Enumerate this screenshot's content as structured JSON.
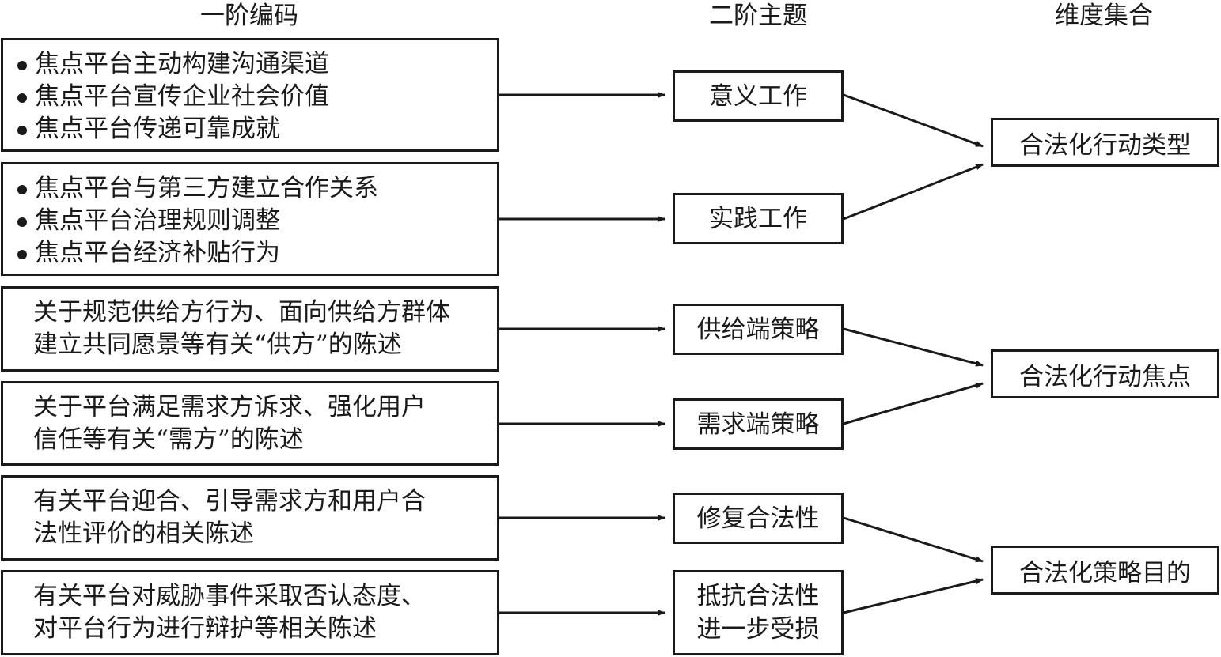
{
  "headers": {
    "first_order": "一阶编码",
    "second_order": "二阶主题",
    "dimensions": "维度集合"
  },
  "first_order_codes": [
    {
      "items": [
        "焦点平台主动构建沟通渠道",
        "焦点平台宣传企业社会价值",
        "焦点平台传递可靠成就"
      ]
    },
    {
      "items": [
        "焦点平台与第三方建立合作关系",
        "焦点平台治理规则调整",
        "焦点平台经济补贴行为"
      ]
    },
    {
      "lines": [
        "关于规范供给方行为、面向供给方群体",
        "建立共同愿景等有关“供方”的陈述"
      ]
    },
    {
      "lines": [
        "关于平台满足需求方诉求、强化用户",
        "信任等有关“需方”的陈述"
      ]
    },
    {
      "lines": [
        "有关平台迎合、引导需求方和用户合",
        "法性评价的相关陈述"
      ]
    },
    {
      "lines": [
        "有关平台对威胁事件采取否认态度、",
        "对平台行为进行辩护等相关陈述"
      ]
    }
  ],
  "second_order_themes": [
    {
      "lines": [
        "意义工作"
      ]
    },
    {
      "lines": [
        "实践工作"
      ]
    },
    {
      "lines": [
        "供给端策略"
      ]
    },
    {
      "lines": [
        "需求端策略"
      ]
    },
    {
      "lines": [
        "修复合法性"
      ]
    },
    {
      "lines": [
        "抵抗合法性",
        "进一步受损"
      ]
    }
  ],
  "dimensions": [
    "合法化行动类型",
    "合法化行动焦点",
    "合法化策略目的"
  ]
}
